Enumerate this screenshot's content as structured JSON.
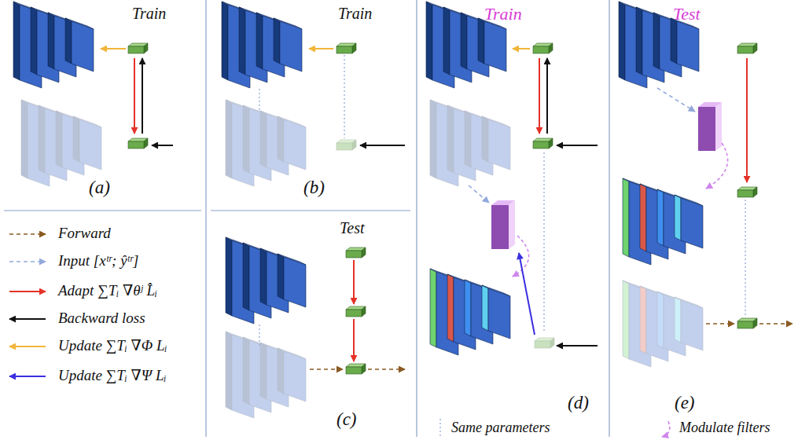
{
  "diagram": {
    "labels": [
      "Train",
      "(a)",
      "Train",
      "(b)",
      "Test",
      "(c)",
      "Train",
      "(d)",
      "Test",
      "(e)"
    ],
    "legend": [
      {
        "text": "Forward"
      },
      {
        "text": "Input [xᵗʳ; ŷᵗʳ]"
      },
      {
        "text": "Adapt ∑Tᵢ ∇θʲ L̂ᵢ"
      },
      {
        "text": "Backward loss"
      },
      {
        "text": "Update ∑Tᵢ ∇Φ Lᵢ"
      },
      {
        "text": "Update ∑Tᵢ ∇Ψ Lᵢ"
      },
      {
        "text": "Same parameters"
      },
      {
        "text": "Modulate filters"
      }
    ]
  }
}
